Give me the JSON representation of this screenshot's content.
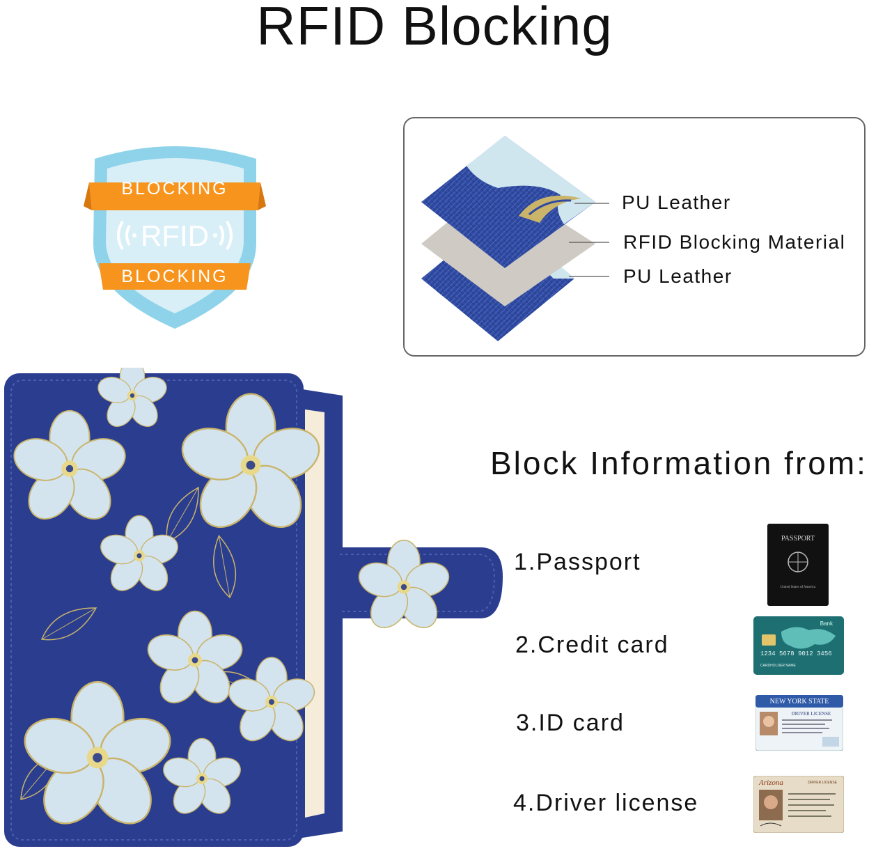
{
  "title": "RFID Blocking",
  "badge": {
    "top_text": "BLOCKING",
    "center_text": "RFID",
    "bottom_text": "BLOCKING",
    "colors": {
      "shield": "#8fd3ea",
      "shield_inner": "#d9eff7",
      "ribbon": "#f7941d"
    }
  },
  "layers": {
    "labels": [
      "PU Leather",
      "RFID Blocking Material",
      "PU Leather"
    ],
    "colors": {
      "leather_blue": "#2f4aa0",
      "leather_light": "#cfe6ef",
      "blocking_material": "#cfcbc4"
    }
  },
  "block_info": {
    "heading": "Block Information from:",
    "items": [
      {
        "label": "1.Passport",
        "icon": "passport-icon"
      },
      {
        "label": "2.Credit card",
        "icon": "credit-card-icon"
      },
      {
        "label": "3.ID card",
        "icon": "id-card-icon"
      },
      {
        "label": "4.Driver license",
        "icon": "driver-license-icon"
      }
    ]
  },
  "icons_text": {
    "passport_title": "PASSPORT",
    "passport_sub": "United States of America",
    "credit_bank": "Bank",
    "credit_number": "1234 5678 9012 3456",
    "credit_holder": "CARDHOLDER NAME",
    "id_state": "NEW YORK STATE",
    "id_type": "DRIVER LICENSE",
    "dl_state": "Arizona",
    "dl_type": "DRIVER LICENSE"
  },
  "wallet": {
    "colors": {
      "cover": "#2b3d8f",
      "flower": "#d4e4ee",
      "gold": "#c9b46a",
      "pages": "#efe4cf"
    }
  }
}
